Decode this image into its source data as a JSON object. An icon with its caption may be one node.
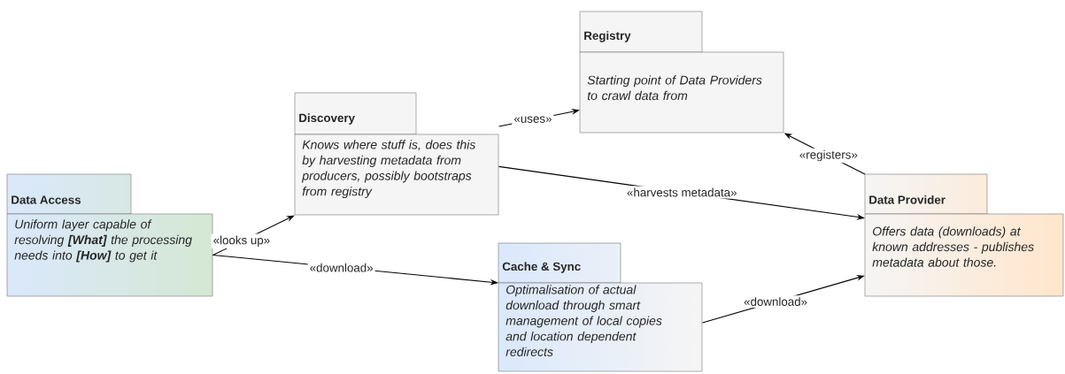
{
  "diagram": {
    "nodes": [
      {
        "text": [
          "Data Access",
          "Uniform layer capable of resolving **[What]** the processing needs into **[How]** to get it"
        ]
      },
      {
        "text": [
          "Discovery",
          "Knows where stuff is, does this by harvesting metadata from producers, possibly bootstraps from registry"
        ]
      },
      {
        "text": [
          "Registry",
          "Starting point of Data Providers to crawl data from"
        ]
      },
      {
        "text": [
          "Cache & Sync",
          "Optimalisation of actual download through smart management of local copies and location dependent redirects"
        ]
      },
      {
        "text": [
          "Data Provider",
          "Offers data (downloads) at known addresses - publishes metadata about those."
        ]
      }
    ],
    "edges": [
      {
        "from": 0,
        "to": 1,
        "arrow": "to",
        "label": "«looks up»"
      },
      {
        "from": 0,
        "to": 3,
        "arrow": "to",
        "label": "«download»"
      },
      {
        "from": 1,
        "to": 2,
        "arrow": "to",
        "label": "«uses»"
      },
      {
        "from": 1,
        "to": 4,
        "arrow": "to",
        "label": "«harvests metadata»"
      },
      {
        "from": 4,
        "to": 2,
        "arrow": "to",
        "label": "«registers»"
      },
      {
        "from": 3,
        "to": 4,
        "arrow": "to",
        "label": "«download»"
      }
    ]
  }
}
